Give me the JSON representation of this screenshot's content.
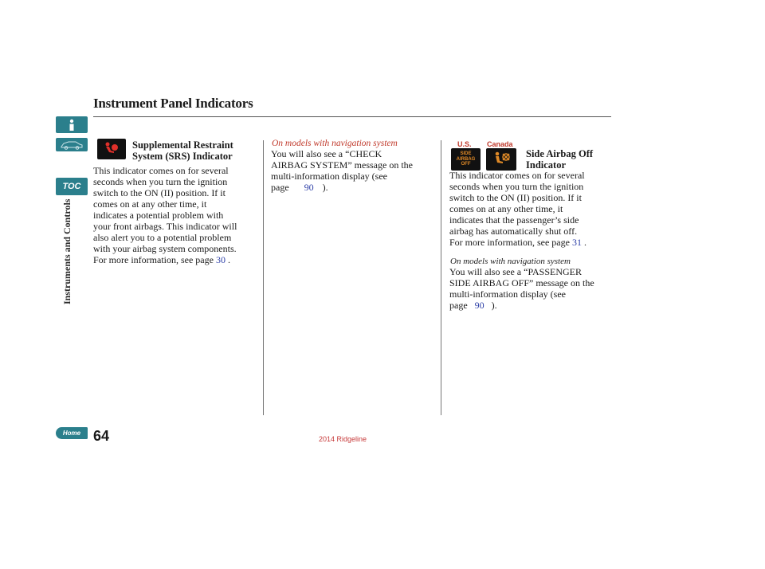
{
  "header": {
    "title": "Instrument Panel Indicators"
  },
  "sidebar": {
    "toc_label": "TOC",
    "section_label": "Instruments and Controls",
    "home_label": "Home",
    "icons": [
      "info-icon",
      "car-icon",
      "toc-icon",
      "home-icon"
    ]
  },
  "footer": {
    "page_number": "64",
    "model_note": "2014 Ridgeline"
  },
  "colors": {
    "accent": "#2b7f8c",
    "link": "#2d3fa7",
    "note_red": "#c0392b",
    "indicator_red": "#e0302a",
    "indicator_amber": "#e08a27"
  },
  "srs": {
    "heading_line1": "Supplemental Restraint",
    "heading_line2": "System (SRS) Indicator",
    "lines": [
      "This indicator comes on for several",
      "seconds when you turn the ignition",
      "switch to the ON (II) position. If it",
      "comes on at any other time, it",
      "indicates a potential problem with",
      "your front airbags. This indicator will",
      "also alert you to a potential problem",
      "with your airbag system components."
    ],
    "more_info": "For more information, see page",
    "page_link": "30",
    "period": "."
  },
  "nav_srs": {
    "note": "On models with navigation system",
    "lines": [
      "You will also see a “CHECK",
      "AIRBAG SYSTEM” message on the",
      "multi-information display (see"
    ],
    "page_prefix": "page",
    "page_link": "90",
    "suffix": ")."
  },
  "side_airbag": {
    "us_label": "U.S.",
    "canada_label": "Canada",
    "us_icon_text": [
      "SIDE",
      "AIRBAG",
      "OFF"
    ],
    "heading_line1": "Side Airbag Off",
    "heading_line2": "Indicator",
    "lines": [
      "This indicator comes on for several",
      "seconds when you turn the ignition",
      "switch to the ON (II) position. If it",
      "comes on at any other time, it",
      "indicates that the passenger’s side",
      "airbag has automatically shut off."
    ],
    "more_info": "For more information, see page",
    "page_link": "31",
    "period": "."
  },
  "nav_side": {
    "note": "On models with navigation system",
    "lines": [
      "You will also see a “PASSENGER",
      "SIDE AIRBAG OFF” message on the",
      "multi-information display (see"
    ],
    "page_prefix": "page",
    "page_link": "90",
    "suffix": ")."
  }
}
